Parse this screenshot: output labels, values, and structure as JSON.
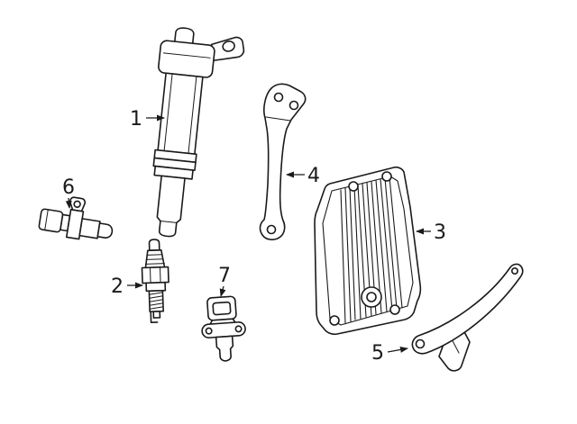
{
  "diagram": {
    "background_color": "#ffffff",
    "line_color": "#1a1a1a",
    "description": "Exploded black-and-white parts line diagram of an automotive ignition system on white background",
    "callouts": [
      {
        "number": "1",
        "part": "ignition-coil"
      },
      {
        "number": "2",
        "part": "spark-plug"
      },
      {
        "number": "3",
        "part": "engine-control-module"
      },
      {
        "number": "4",
        "part": "upper-mounting-bracket"
      },
      {
        "number": "5",
        "part": "lower-mounting-bracket"
      },
      {
        "number": "6",
        "part": "position-sensor-horizontal"
      },
      {
        "number": "7",
        "part": "position-sensor-vertical"
      }
    ]
  }
}
